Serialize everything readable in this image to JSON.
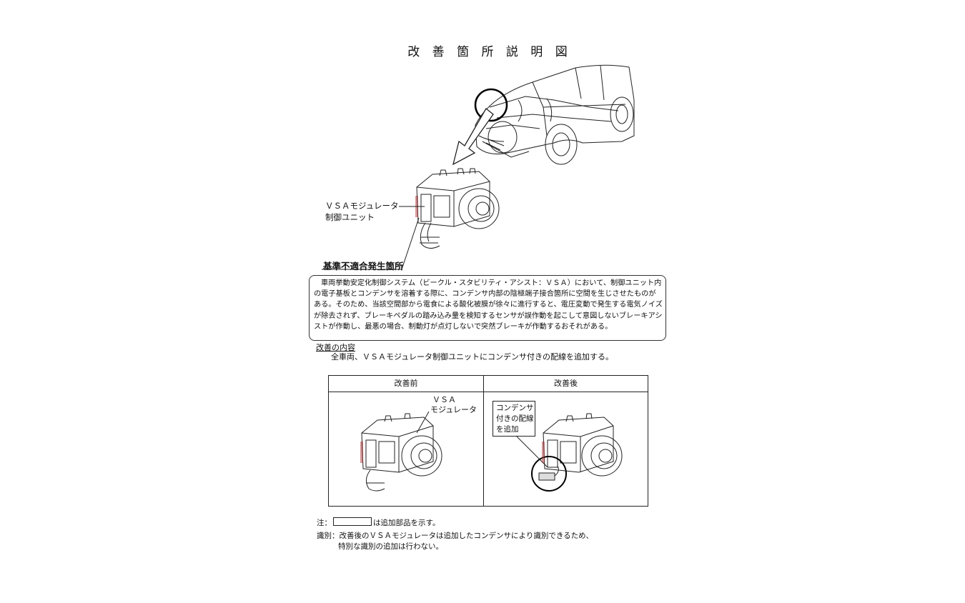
{
  "title": "改 善 箇 所 説 明 図",
  "labels": {
    "vsa_unit_line1": "ＶＳＡモジュレータ",
    "vsa_unit_line2": "制御ユニット",
    "defect_location": "基準不適合発生箇所"
  },
  "description": "車両挙動安定化制御システム（ビークル・スタビリティ・アシスト：ＶＳＡ）において、制御ユニット内の電子基板とコンデンサを溶着する際に、コンデンサ内部の陰極端子接合箇所に空間を生じさせたものがある。そのため、当該空間部から電食による酸化被膜が徐々に進行すると、電圧変動で発生する電気ノイズが除去されず、ブレーキペダルの踏み込み量を検知するセンサが誤作動を起こして意図しないブレーキアシストが作動し、最悪の場合、制動灯が点灯しないで突然ブレーキが作動するおそれがある。",
  "improvement": {
    "heading": "改善の内容",
    "text": "全車両、ＶＳＡモジュレータ制御ユニットにコンデンサ付きの配線を追加する。"
  },
  "comparison": {
    "before_header": "改善前",
    "after_header": "改善後",
    "before_label_line1": "ＶＳＡ",
    "before_label_line2": "モジュレータ",
    "after_callout_line1": "コンデンサ",
    "after_callout_line2": "付きの配線",
    "after_callout_line3": "を追加"
  },
  "notes": {
    "note_prefix": "注：",
    "note_suffix": "は追加部品を示す。",
    "ident_prefix": "識別：",
    "ident_line1": "改善後のＶＳＡモジュレータは追加したコンデンサにより識別できるため、",
    "ident_line2": "特別な識別の追加は行わない。"
  }
}
